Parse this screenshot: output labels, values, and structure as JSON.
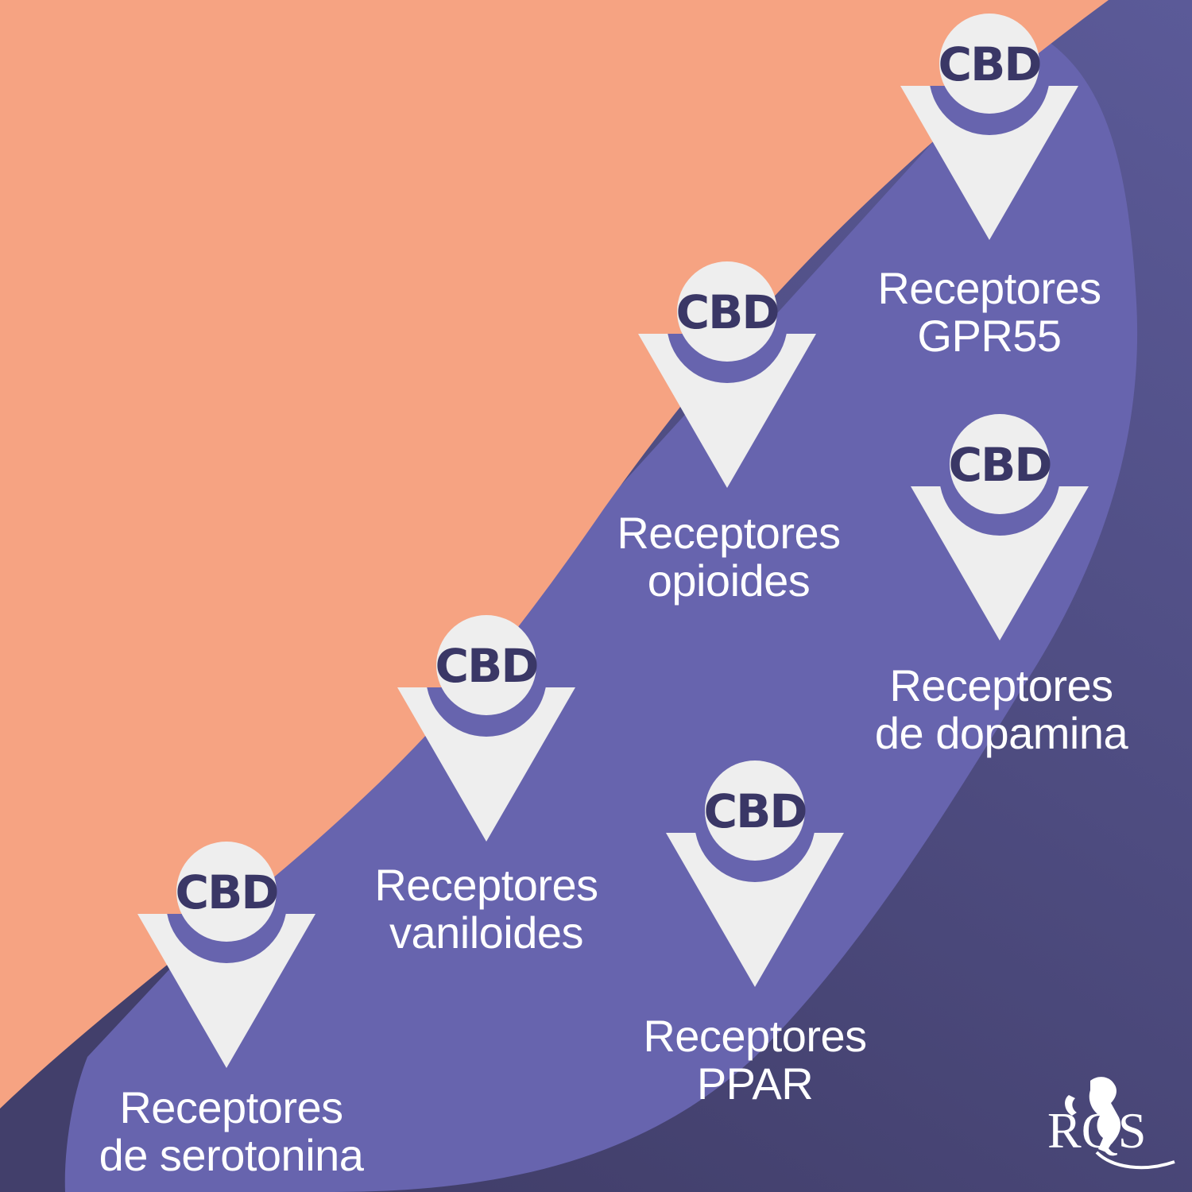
{
  "colors": {
    "peach": "#f6a382",
    "purple": "#6764ae",
    "dark": "#4a4775",
    "marker": "#eeeeee",
    "cbd_text": "#3a3766"
  },
  "markers": [
    {
      "badge": "CBD",
      "line1": "Receptores",
      "line2": "GPR55"
    },
    {
      "badge": "CBD",
      "line1": "Receptores",
      "line2": "opioides"
    },
    {
      "badge": "CBD",
      "line1": "Receptores",
      "line2": "de dopamina"
    },
    {
      "badge": "CBD",
      "line1": "Receptores",
      "line2": "vaniloides"
    },
    {
      "badge": "CBD",
      "line1": "Receptores",
      "line2": "PPAR"
    },
    {
      "badge": "CBD",
      "line1": "Receptores",
      "line2": "de serotonina"
    }
  ],
  "logo": {
    "text": "RQS",
    "icon": "lion-icon"
  }
}
